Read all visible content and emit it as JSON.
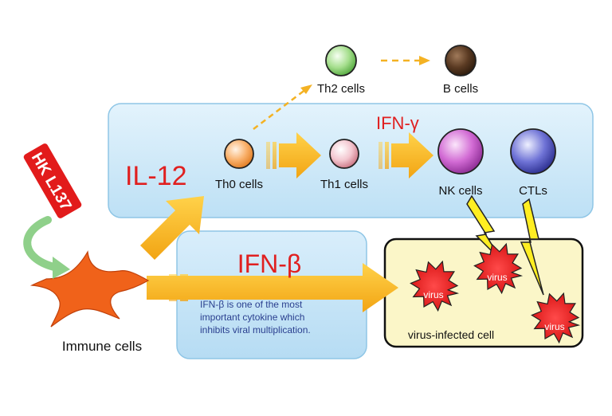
{
  "labels": {
    "hk": "HK L137",
    "immune": "Immune cells",
    "il12": "IL-12",
    "ifnb": "IFN-β",
    "ifng": "IFN-γ",
    "th0": "Th0 cells",
    "th1": "Th1 cells",
    "th2": "Th2 cells",
    "bcells": "B cells",
    "nk": "NK cells",
    "ctl": "CTLs",
    "virus": "virus",
    "infected": "virus-infected cell"
  },
  "description_lines": [
    "IFN-β is one of the most",
    "important cytokine which",
    "inhibits viral multiplication."
  ],
  "colors": {
    "accent_red": "#e02020",
    "arrow_orange": "#f7b21c",
    "blue_box": "#cde9f9",
    "yellow_box": "#fbf6c8",
    "desc_text": "#2a3f8f"
  }
}
